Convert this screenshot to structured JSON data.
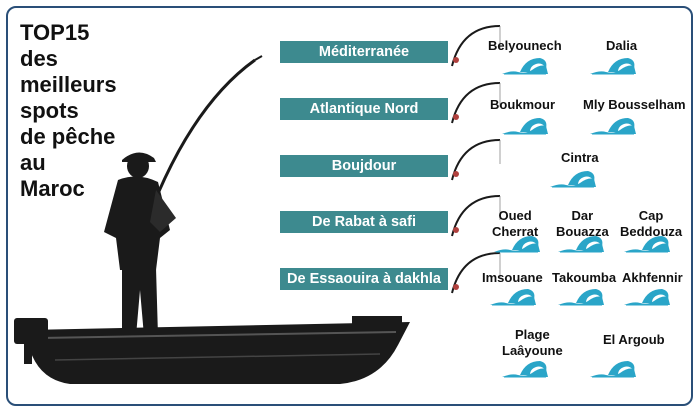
{
  "title_lines": [
    "TOP15",
    "des",
    "meilleurs",
    "spots",
    "de pêche",
    "au",
    "Maroc"
  ],
  "regions": [
    "Méditerranée",
    "Atlantique Nord",
    "Boujdour",
    "De Rabat à safi",
    "De Essaouira à dakhla"
  ],
  "spots": {
    "belyounech": "Belyounech",
    "dalia": "Dalia",
    "boukmour": "Boukmour",
    "mly_bousselham": "Mly Bousselham",
    "cintra": "Cintra",
    "oued_cherrat": [
      "Oued",
      "Cherrat"
    ],
    "dar_bouazza": [
      "Dar",
      "Bouazza"
    ],
    "cap_beddouza": [
      "Cap",
      "Beddouza"
    ],
    "imsouane": "Imsouane",
    "takoumba": "Takoumba",
    "akhfennir": "Akhfennir",
    "plage_laayoune": [
      "Plage",
      "Laâyoune"
    ],
    "el_argoub": "El Argoub"
  },
  "colors": {
    "border": "#2a4f78",
    "region_bar": "#3d8a8f",
    "wave": "#2aa5c8",
    "silhouette": "#1a1a1a"
  },
  "icons": [
    "wave-icon",
    "fishing-rod-icon",
    "fisherman-illustration",
    "boat-illustration"
  ]
}
